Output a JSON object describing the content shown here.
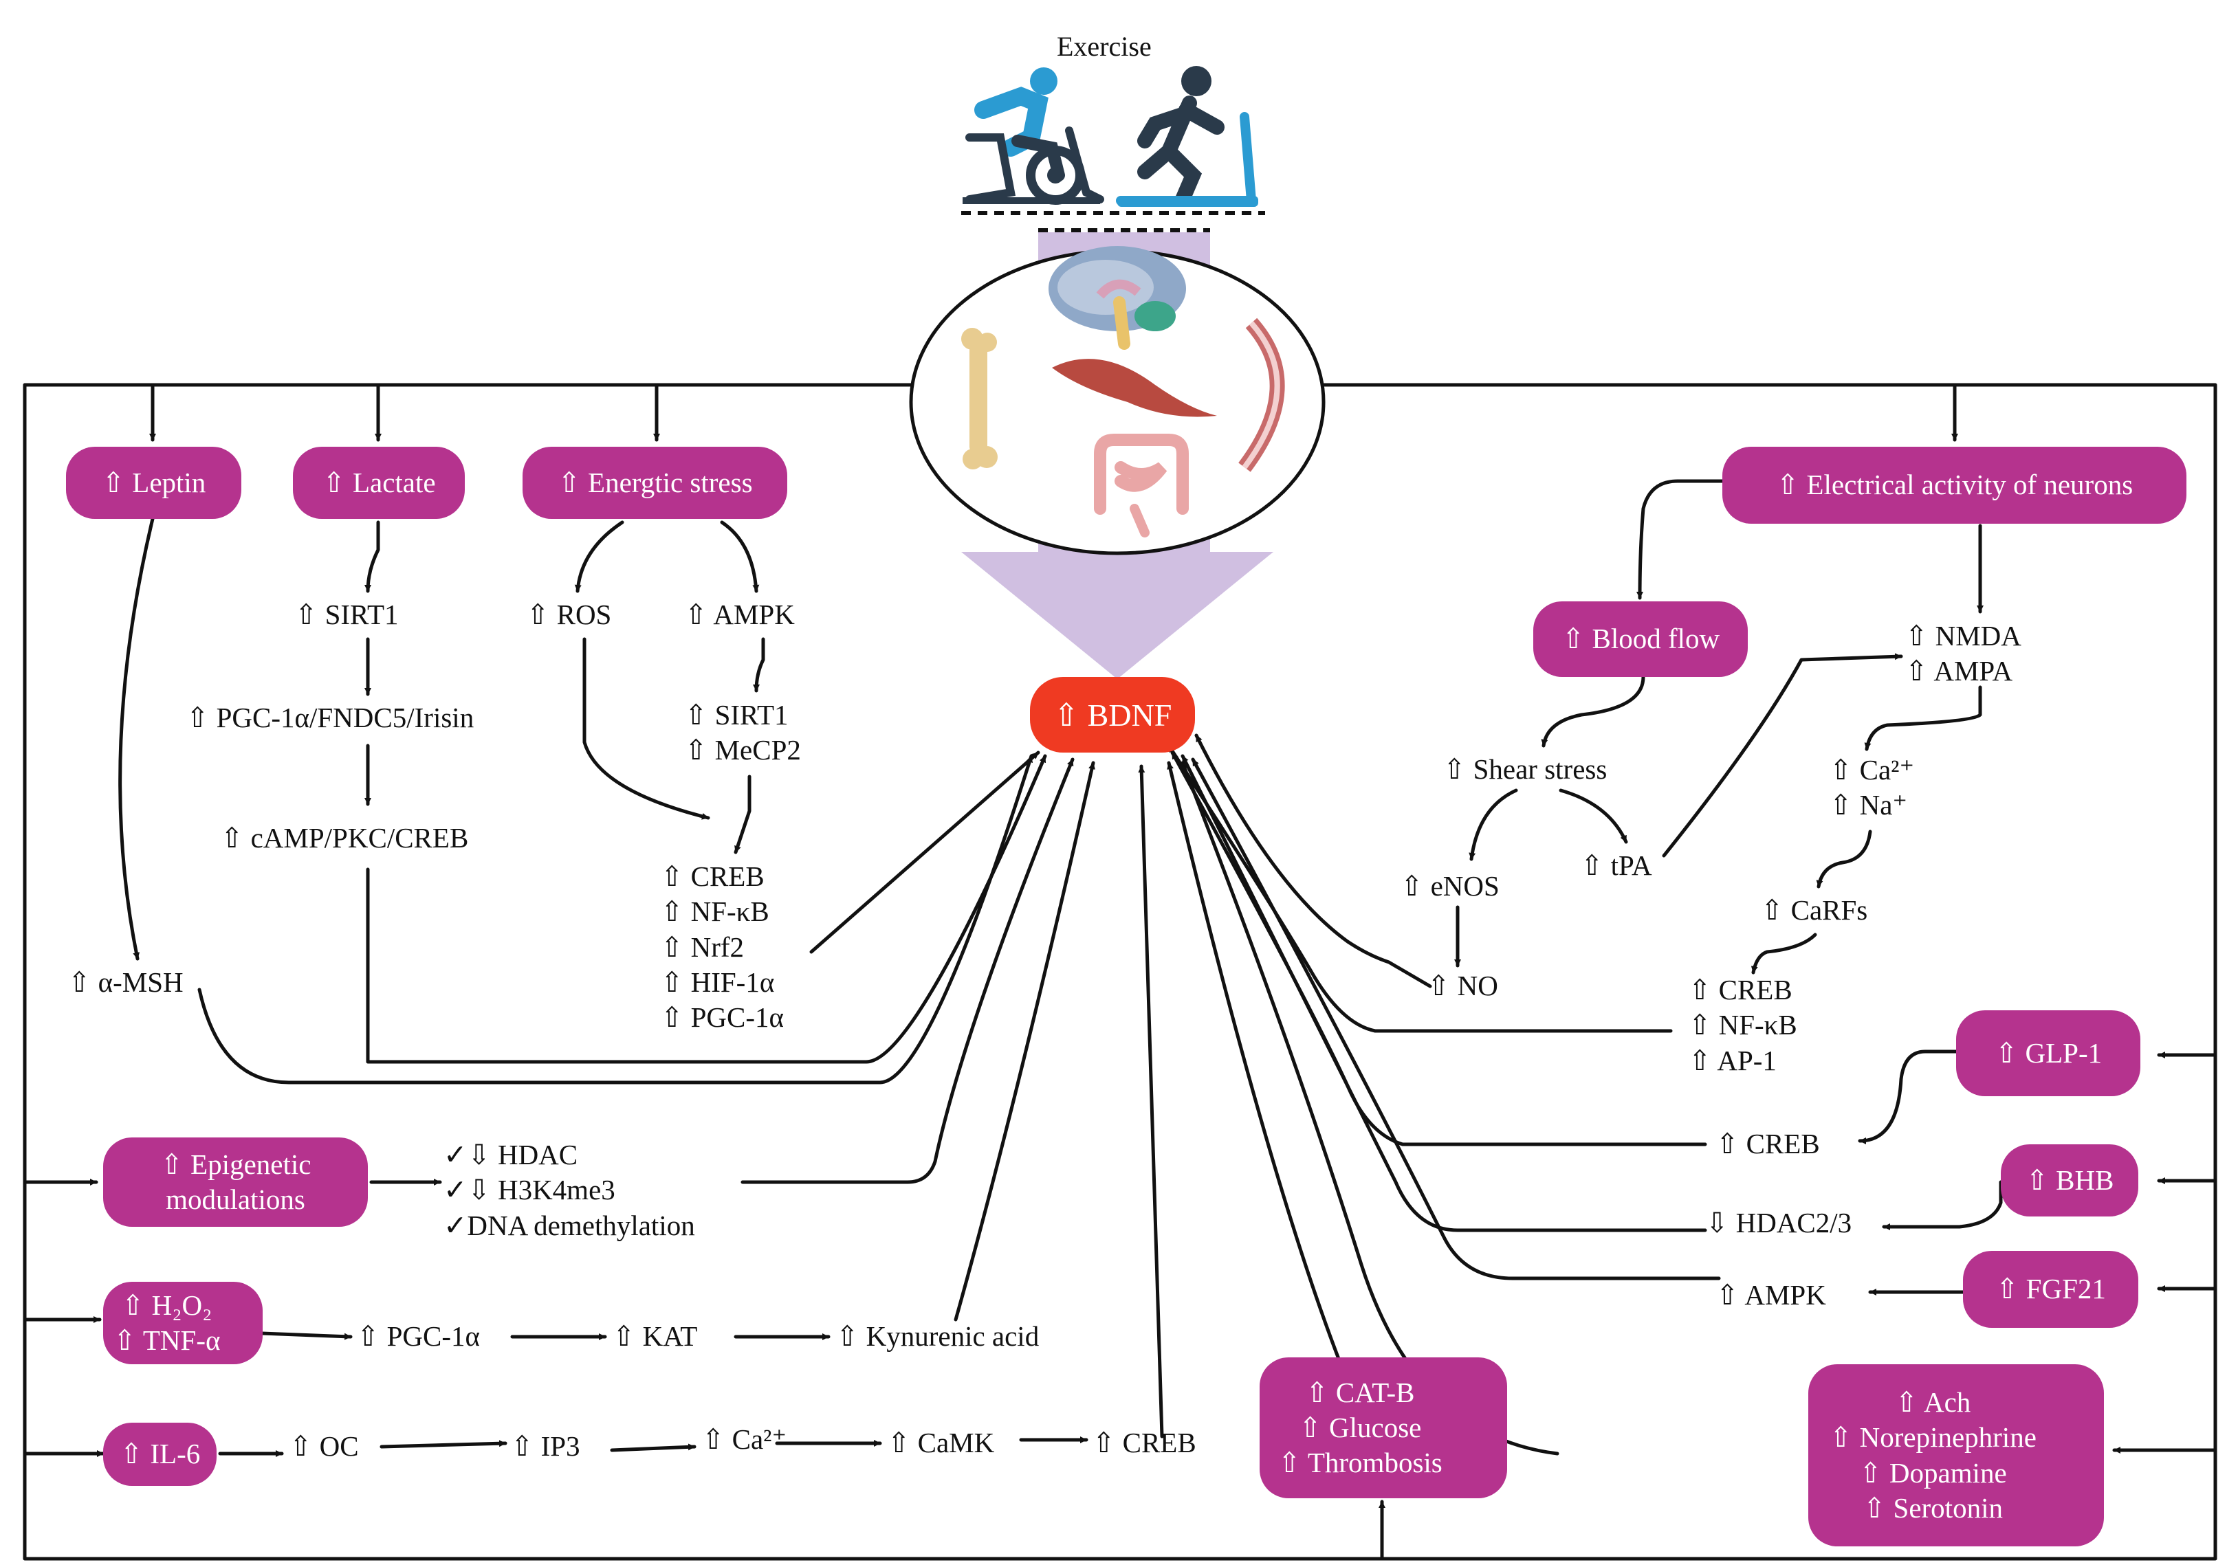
{
  "title": "Exercise",
  "center": "⇧ BDNF",
  "pills": {
    "leptin": "⇧ Leptin",
    "lactate": "⇧ Lactate",
    "energetic_stress": "⇧ Energtic stress",
    "electrical": "⇧ Electrical activity of neurons",
    "blood_flow": "⇧ Blood flow",
    "glp1": "⇧ GLP-1",
    "bhb": "⇧ BHB",
    "fgf21": "⇧ FGF21",
    "epigenetic": "⇧ Epigenetic\nmodulations",
    "h2o2": "⇧ H₂O₂\n⇧ TNF-α",
    "il6": "⇧ IL-6",
    "catb": "⇧ CAT-B\n⇧ Glucose\n⇧ Thrombosis",
    "neuro": "⇧ Ach\n⇧ Norepinephrine\n⇧ Dopamine\n⇧ Serotonin"
  },
  "labels": {
    "sirt1_a": "⇧ SIRT1",
    "pgc_fndc": "⇧ PGC-1α/FNDC5/Irisin",
    "camp": "⇧ cAMP/PKC/CREB",
    "ros": "⇧ ROS",
    "ampk_a": "⇧ AMPK",
    "sirt_mecp": "⇧ SIRT1\n⇧ MeCP2",
    "creb_block": "⇧ CREB\n⇧ NF-κB\n⇧ Nrf2\n⇧ HIF-1α\n⇧ PGC-1α",
    "amsh": "⇧ α-MSH",
    "shear": "⇧ Shear stress",
    "enos": "⇧ eNOS",
    "no": "⇧ NO",
    "tpa": "⇧ tPA",
    "nmda": "⇧ NMDA\n⇧ AMPA",
    "ca_na": "⇧ Ca²⁺\n⇧ Na⁺",
    "carfs": "⇧ CaRFs",
    "creb_nfkb_ap1": "⇧ CREB\n⇧ NF-κB\n⇧ AP-1",
    "creb_r": "⇧ CREB",
    "hdac23": "⇩ HDAC2/3",
    "ampk_r": "⇧ AMPK",
    "epi_list": "✓⇩ HDAC\n✓⇩ H3K4me3\n✓DNA demethylation",
    "pgc1a": "⇧ PGC-1α",
    "kat": "⇧ KAT",
    "kyn": "⇧ Kynurenic acid",
    "oc": "⇧ OC",
    "ip3": "⇧ IP3",
    "ca": "⇧ Ca²⁺",
    "camk": "⇧ CaMK",
    "creb_b": "⇧ CREB"
  },
  "icons": {
    "cyclist": "cyclist-icon",
    "runner": "runner-icon",
    "brain": "brain-icon",
    "bone": "bone-icon",
    "muscle": "muscle-icon",
    "vessel": "vessel-icon",
    "intestine": "intestine-icon"
  },
  "colors": {
    "pill": "#b5338e",
    "bdnf": "#ef3a22",
    "funnel": "#c8b4dc",
    "icon_blue": "#2b9bd2",
    "icon_dark": "#2a3a4a"
  }
}
